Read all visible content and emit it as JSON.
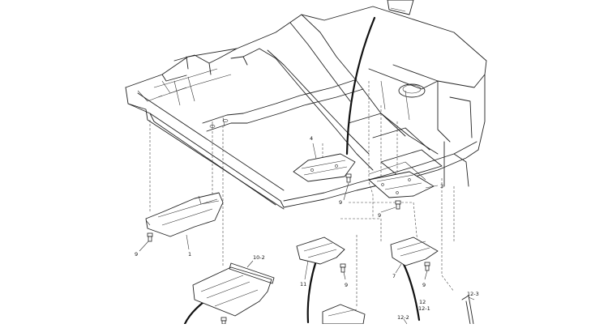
{
  "callouts": [
    {
      "id": "c4",
      "label": "4"
    },
    {
      "id": "c3",
      "label": "3"
    },
    {
      "id": "c1",
      "label": "1"
    },
    {
      "id": "c9a",
      "label": "9"
    },
    {
      "id": "c9b",
      "label": "9"
    },
    {
      "id": "c9c",
      "label": "9"
    },
    {
      "id": "c9d",
      "label": "9"
    },
    {
      "id": "c9e",
      "label": "9"
    },
    {
      "id": "c10-2",
      "label": "10-2"
    },
    {
      "id": "c11",
      "label": "11"
    },
    {
      "id": "c7",
      "label": "7"
    },
    {
      "id": "c12",
      "label": "12"
    },
    {
      "id": "c12-1",
      "label": "12-1"
    },
    {
      "id": "c12-2",
      "label": "12-2"
    },
    {
      "id": "c12-3",
      "label": "12-3"
    }
  ]
}
